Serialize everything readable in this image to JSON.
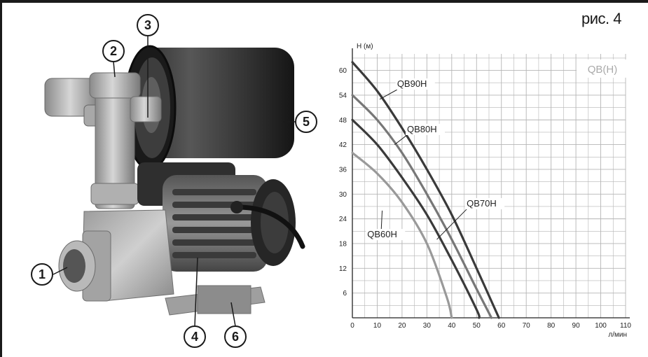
{
  "figure_label": "рис. 4",
  "callouts": [
    "1",
    "2",
    "3",
    "4",
    "5",
    "6"
  ],
  "chart_data": {
    "type": "line",
    "title": "QB(H)",
    "ylabel": "H (м)",
    "xlabel": "л/мин",
    "xlim": [
      0,
      110
    ],
    "ylim": [
      0,
      64
    ],
    "x_ticks": [
      "0",
      "10",
      "20",
      "30",
      "40",
      "50",
      "60",
      "70",
      "80",
      "90",
      "100",
      "110"
    ],
    "y_ticks": [
      "6",
      "12",
      "18",
      "24",
      "30",
      "36",
      "42",
      "48",
      "54",
      "60"
    ],
    "grid": true,
    "series": [
      {
        "name": "QB90H",
        "color": "#3a3a3a",
        "x": [
          0,
          10,
          20,
          30,
          40,
          50,
          59
        ],
        "y": [
          62,
          55,
          46,
          36,
          25,
          12,
          0
        ]
      },
      {
        "name": "QB80H",
        "color": "#777777",
        "x": [
          0,
          10,
          20,
          30,
          40,
          50,
          56
        ],
        "y": [
          54,
          48,
          40,
          30,
          19,
          7,
          0
        ]
      },
      {
        "name": "QB70H",
        "color": "#3a3a3a",
        "x": [
          0,
          10,
          20,
          30,
          40,
          50,
          51
        ],
        "y": [
          48,
          42,
          34,
          25,
          14,
          2,
          0
        ]
      },
      {
        "name": "QB60H",
        "color": "#999999",
        "x": [
          0,
          10,
          20,
          30,
          38,
          40
        ],
        "y": [
          40,
          35,
          28,
          18,
          5,
          0
        ]
      }
    ]
  }
}
